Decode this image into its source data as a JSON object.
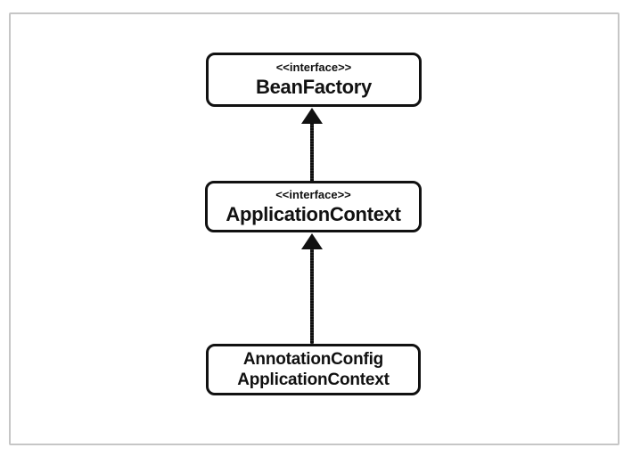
{
  "diagram": {
    "type": "uml-interface-hierarchy",
    "nodes": [
      {
        "stereotype": "<<interface>>",
        "name": "BeanFactory"
      },
      {
        "stereotype": "<<interface>>",
        "name": "ApplicationContext"
      },
      {
        "name_lines": [
          "AnnotationConfig",
          "ApplicationContext"
        ]
      }
    ],
    "edges": [
      {
        "from": "ApplicationContext",
        "to": "BeanFactory",
        "style": "filled-triangle-arrow-up"
      },
      {
        "from": "AnnotationConfigApplicationContext",
        "to": "ApplicationContext",
        "style": "filled-triangle-arrow-up"
      }
    ],
    "colors": {
      "node_border": "#111111",
      "text": "#111111",
      "frame_border": "#c6c6c6",
      "background": "#ffffff"
    }
  }
}
